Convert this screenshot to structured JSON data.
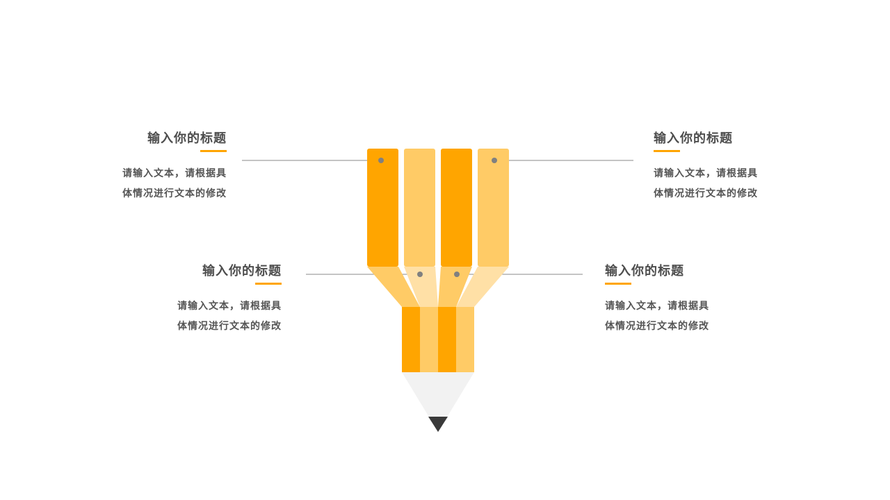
{
  "colors": {
    "accent_dark": "#FFA500",
    "accent_light": "#FFCB66",
    "connector_light": "#FFE0A6",
    "tip_wood": "#F2F2F2",
    "lead": "#3A3A3A",
    "line": "#8A8A8A",
    "dot": "#808080",
    "title_text": "#4D4D4D",
    "body_text": "#555555"
  },
  "items": [
    {
      "title": "输入你的标题",
      "line1": "请输入文本，请根据具",
      "line2": "体情况进行文本的修改"
    },
    {
      "title": "输入你的标题",
      "line1": "请输入文本，请根据具",
      "line2": "体情况进行文本的修改"
    },
    {
      "title": "输入你的标题",
      "line1": "请输入文本，请根据具",
      "line2": "体情况进行文本的修改"
    },
    {
      "title": "输入你的标题",
      "line1": "请输入文本，请根据具",
      "line2": "体情况进行文本的修改"
    }
  ]
}
